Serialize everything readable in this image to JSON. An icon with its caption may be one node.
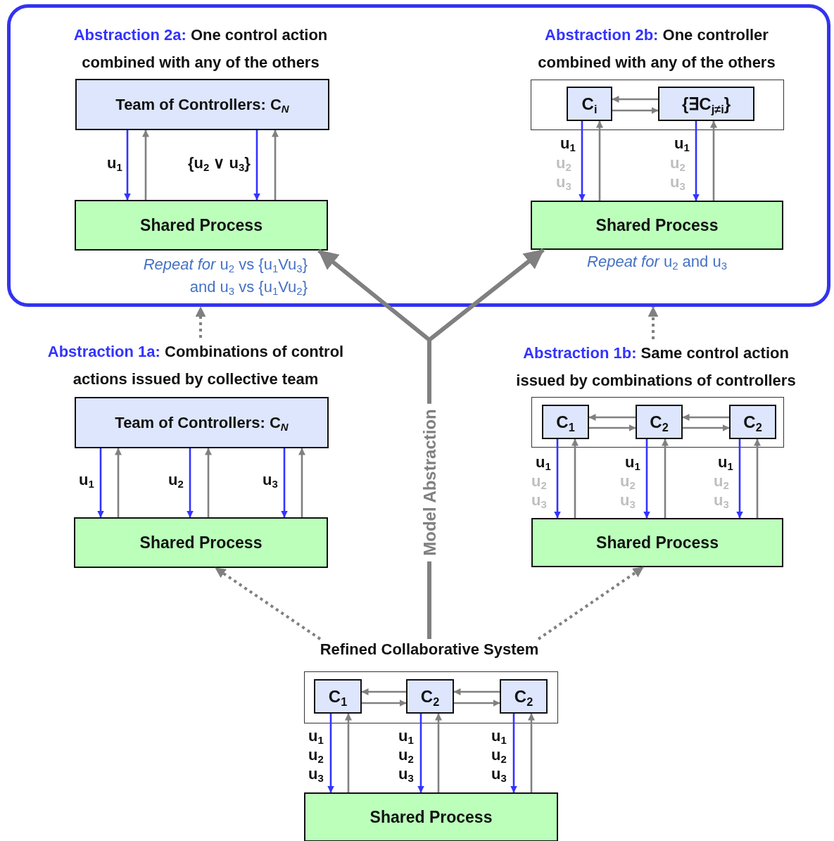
{
  "diagram": {
    "nodes": [
      {
        "text": [],
        "shape": "box"
      },
      {
        "text": [
          "Abstraction 2a:",
          "One control action combined with any of the others"
        ],
        "in": 0
      },
      {
        "text": [
          "Team of Controllers: C$_{N}$"
        ],
        "in": 0
      },
      {
        "text": [
          "Shared Process"
        ],
        "in": 0,
        "beside": [
          "*Repeat for* u$_{2}$ vs {u$_{1}$Vu$_{3}$} and u$_{3}$ vs {u$_{1}$Vu$_{2}$}"
        ]
      },
      {
        "text": [
          "Abstraction 2b:",
          "One controller combined with any of the others"
        ],
        "in": 0
      },
      {
        "text": [],
        "shape": "box",
        "in": 0
      },
      {
        "text": [
          "C$_{i}$"
        ],
        "in": 5
      },
      {
        "text": [
          "{∃C$_{j≠i}$}"
        ],
        "in": 5
      },
      {
        "text": [
          "Shared Process"
        ],
        "in": 0,
        "beside": [
          "*Repeat for* u$_{2}$ and u$_{3}$"
        ]
      },
      {
        "text": [
          "Abstraction 1a:",
          "Combinations of control actions issued by collective team"
        ]
      },
      {
        "text": [
          "Team of Controllers: C$_{N}$"
        ]
      },
      {
        "text": [
          "Shared Process"
        ]
      },
      {
        "text": [
          "Abstraction 1b:",
          "Same control action issued by combinations of controllers"
        ]
      },
      {
        "text": [],
        "shape": "box"
      },
      {
        "text": [
          "C$_{1}$"
        ],
        "in": 13
      },
      {
        "text": [
          "C$_{2}$"
        ],
        "in": 13
      },
      {
        "text": [
          "C$_{2}$"
        ],
        "in": 13
      },
      {
        "text": [
          "Shared Process"
        ]
      },
      {
        "text": [
          "Refined Collaborative System"
        ]
      },
      {
        "text": [],
        "shape": "box"
      },
      {
        "text": [
          "C$_{1}$"
        ],
        "in": 19
      },
      {
        "text": [
          "C$_{2}$"
        ],
        "in": 19
      },
      {
        "text": [
          "C$_{2}$"
        ],
        "in": 19
      },
      {
        "text": [
          "Shared Process"
        ]
      }
    ],
    "edges": [
      {
        "from": 2,
        "to": 3,
        "arrow": "to",
        "color": "#3333ff",
        "label": "u$_{1}$"
      },
      {
        "from": 3,
        "to": 2,
        "arrow": "to"
      },
      {
        "from": 2,
        "to": 3,
        "arrow": "to",
        "color": "#3333ff",
        "label": "{u$_{2}$ ∨ u$_{3}$}"
      },
      {
        "from": 3,
        "to": 2,
        "arrow": "to"
      },
      {
        "from": 7,
        "to": 6,
        "arrow": "to"
      },
      {
        "from": 6,
        "to": 7,
        "arrow": "to"
      },
      {
        "from": 6,
        "to": 8,
        "arrow": "to",
        "color": "#3333ff",
        "label": "u$_{1}$"
      },
      {
        "from": 8,
        "to": 6,
        "arrow": "to"
      },
      {
        "from": 7,
        "to": 8,
        "arrow": "to",
        "color": "#3333ff",
        "label": "u$_{1}$"
      },
      {
        "from": 8,
        "to": 7,
        "arrow": "to"
      },
      {
        "from": 10,
        "to": 11,
        "arrow": "to",
        "color": "#3333ff",
        "label": "u$_{1}$"
      },
      {
        "from": 11,
        "to": 10,
        "arrow": "to"
      },
      {
        "from": 10,
        "to": 11,
        "arrow": "to",
        "color": "#3333ff",
        "label": "u$_{2}$"
      },
      {
        "from": 11,
        "to": 10,
        "arrow": "to"
      },
      {
        "from": 10,
        "to": 11,
        "arrow": "to",
        "color": "#3333ff",
        "label": "u$_{3}$"
      },
      {
        "from": 11,
        "to": 10,
        "arrow": "to"
      },
      {
        "from": 15,
        "to": 14,
        "arrow": "to"
      },
      {
        "from": 14,
        "to": 15,
        "arrow": "to"
      },
      {
        "from": 16,
        "to": 15,
        "arrow": "to"
      },
      {
        "from": 15,
        "to": 16,
        "arrow": "to"
      },
      {
        "from": 14,
        "to": 17,
        "arrow": "to",
        "color": "#3333ff",
        "label": "u$_{1}$"
      },
      {
        "from": 17,
        "to": 14,
        "arrow": "to"
      },
      {
        "from": 15,
        "to": 17,
        "arrow": "to",
        "color": "#3333ff",
        "label": "u$_{1}$"
      },
      {
        "from": 17,
        "to": 15,
        "arrow": "to"
      },
      {
        "from": 16,
        "to": 17,
        "arrow": "to",
        "color": "#3333ff",
        "label": "u$_{1}$"
      },
      {
        "from": 17,
        "to": 16,
        "arrow": "to"
      },
      {
        "from": 21,
        "to": 20,
        "arrow": "to"
      },
      {
        "from": 20,
        "to": 21,
        "arrow": "to"
      },
      {
        "from": 22,
        "to": 21,
        "arrow": "to"
      },
      {
        "from": 21,
        "to": 22,
        "arrow": "to"
      },
      {
        "from": 20,
        "to": 23,
        "arrow": "to",
        "color": "#3333ff",
        "label": "u$_{1}$ u$_{2}$ u$_{3}$"
      },
      {
        "from": 23,
        "to": 20,
        "arrow": "to"
      },
      {
        "from": 21,
        "to": 23,
        "arrow": "to",
        "color": "#3333ff",
        "label": "u$_{1}$ u$_{2}$ u$_{3}$"
      },
      {
        "from": 23,
        "to": 21,
        "arrow": "to"
      },
      {
        "from": 22,
        "to": 23,
        "arrow": "to",
        "color": "#3333ff",
        "label": "u$_{1}$ u$_{2}$ u$_{3}$"
      },
      {
        "from": 23,
        "to": 22,
        "arrow": "to"
      },
      {
        "from": 9,
        "to": 0,
        "arrow": "to",
        "style": "dashed"
      },
      {
        "from": 12,
        "to": 0,
        "arrow": "to",
        "style": "dashed"
      },
      {
        "from": 18,
        "to": 11,
        "arrow": "to",
        "style": "dashed"
      },
      {
        "from": 18,
        "to": 17,
        "arrow": "to",
        "style": "dashed"
      },
      {
        "from": 18,
        "to": 3,
        "arrow": "to",
        "style": "thick",
        "label": "Model Abstraction"
      },
      {
        "from": 18,
        "to": 8,
        "arrow": "to",
        "style": "thick"
      }
    ],
    "labels": [
      "u$_{2}$",
      "u$_{3}$",
      "u$_{2}$",
      "u$_{3}$",
      "u$_{2}$",
      "u$_{3}$",
      "u$_{2}$",
      "u$_{3}$",
      "u$_{2}$",
      "u$_{3}$"
    ]
  }
}
